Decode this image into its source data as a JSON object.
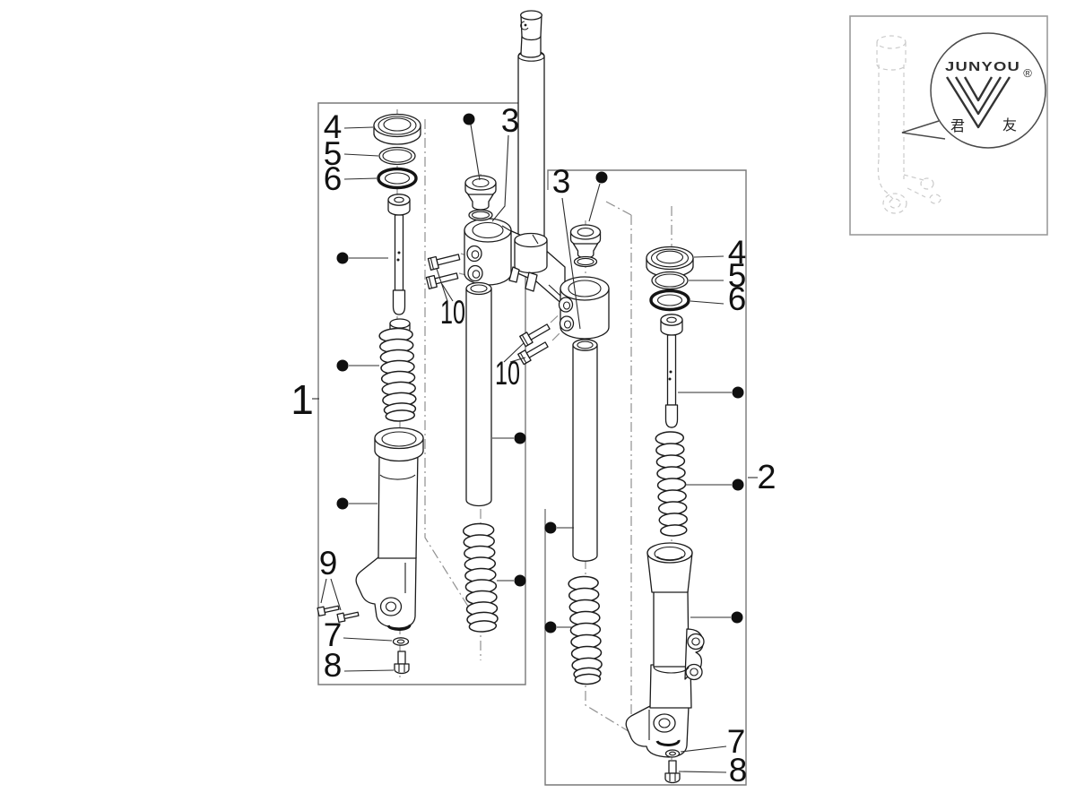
{
  "page": {
    "background": "#ffffff"
  },
  "labels": {
    "one": "1",
    "two": "2",
    "three": "3",
    "four": "4",
    "five": "5",
    "six": "6",
    "seven": "7",
    "eight": "8",
    "nine": "9",
    "ten": "10"
  },
  "logo": {
    "brand": "JUNYOU",
    "registered": "®",
    "hanzi_left": "君",
    "hanzi_right": "友"
  },
  "colors": {
    "line": "#1c1c1c",
    "construction": "#909090",
    "box_border": "#787878",
    "leader": "#2c2c2c",
    "sketch": "#cbcbcb",
    "background": "#ffffff"
  }
}
